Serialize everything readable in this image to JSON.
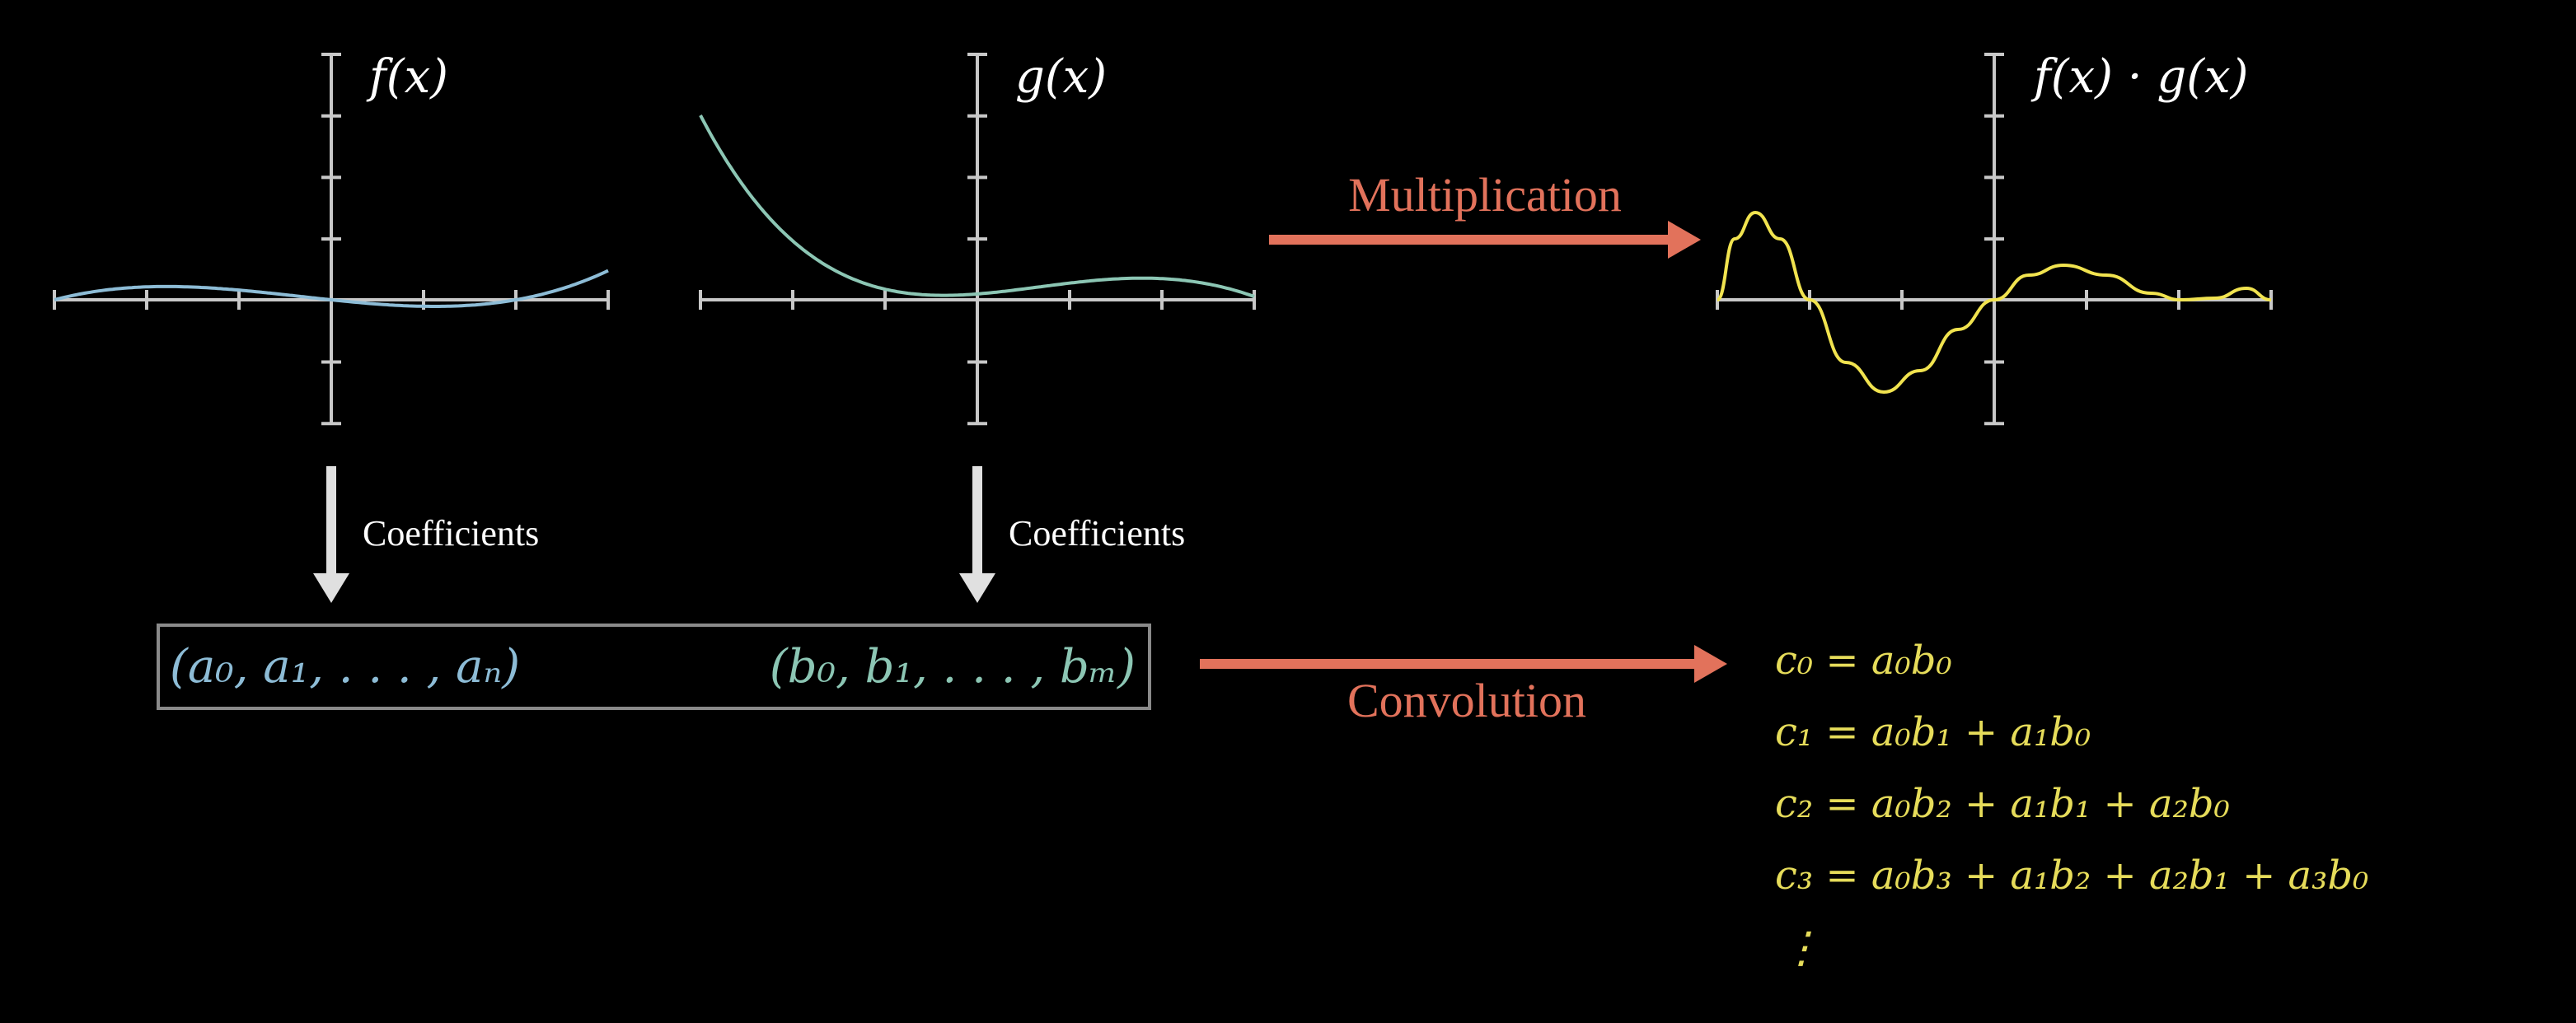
{
  "graphs": [
    {
      "label": "f(x)",
      "curve_color": "#8dbcd6"
    },
    {
      "label": "g(x)",
      "curve_color": "#8cc6b4"
    },
    {
      "label": "f(x) · g(x)",
      "curve_color": "#f1e34f"
    }
  ],
  "arrows": {
    "multiplication": {
      "label": "Multiplication",
      "color": "#e2725b"
    },
    "convolution": {
      "label": "Convolution",
      "color": "#e2725b"
    },
    "coefficients_left": {
      "label": "Coefficients",
      "color": "#e0e0e0"
    },
    "coefficients_right": {
      "label": "Coefficients",
      "color": "#e0e0e0"
    }
  },
  "coeff_box": {
    "a_tuple": "(a₀, a₁, . . . , aₙ)",
    "b_tuple": "(b₀, b₁, . . . , bₘ)",
    "a_color": "#8dbcd6",
    "b_color": "#8cc6b4",
    "border_color": "#8a8a8a"
  },
  "equations": {
    "color": "#e6dc5a",
    "lines": [
      "c₀ = a₀b₀",
      "c₁ = a₀b₁ + a₁b₀",
      "c₂ = a₀b₂ + a₁b₁ + a₂b₀",
      "c₃ = a₀b₃ + a₁b₂ + a₂b₁ + a₃b₀"
    ],
    "ellipsis": "⋮"
  }
}
